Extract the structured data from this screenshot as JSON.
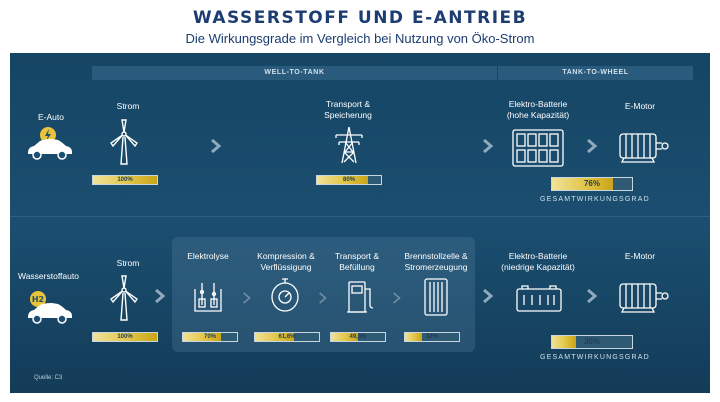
{
  "title": "WASSERSTOFF UND E-ANTRIEB",
  "subtitle": "Die Wirkungsgrade im Vergleich bei Nutzung von Öko-Strom",
  "headers": {
    "well_to_tank": "WELL-TO-TANK",
    "tank_to_wheel": "TANK-TO-WHEEL"
  },
  "rows": {
    "eauto": {
      "label": "E-Auto",
      "steps": {
        "strom": {
          "label": "Strom",
          "value": "100%",
          "fraction": 1.0
        },
        "transport": {
          "label": "Transport &\nSpeicherung",
          "value": "80%",
          "fraction": 0.8
        },
        "batterie": {
          "label": "Elektro-Batterie\n(hohe Kapazität)"
        },
        "motor": {
          "label": "E-Motor"
        }
      },
      "total": {
        "value": "76%",
        "fraction": 0.76,
        "label": "GESAMTWIRKUNGSGRAD"
      }
    },
    "wasserstoff": {
      "label": "Wasserstoffauto",
      "steps": {
        "strom": {
          "label": "Strom",
          "value": "100%",
          "fraction": 1.0
        },
        "elektrolyse": {
          "label": "Elektrolyse",
          "value": "70%",
          "fraction": 0.7
        },
        "kompression": {
          "label": "Kompression &\nVerflüssigung",
          "value": "61,6%",
          "fraction": 0.616
        },
        "transport": {
          "label": "Transport &\nBefüllung",
          "value": "49,3%",
          "fraction": 0.493
        },
        "brennstoff": {
          "label": "Brennstollzelle &\nStromerzeugung",
          "value": "32%",
          "fraction": 0.32
        },
        "batterie": {
          "label": "Elektro-Batterie\n(niedrige Kapazität)"
        },
        "motor": {
          "label": "E-Motor"
        }
      },
      "total": {
        "value": "30%",
        "fraction": 0.3,
        "label": "GESAMTWIRKUNGSGRAD"
      }
    }
  },
  "h2_badge": "H2",
  "source": "Quelle: C3",
  "colors": {
    "panel": "#1b4e70",
    "bar_fill": "#e2c547",
    "title": "#1c3d72",
    "icon": "#ffffff"
  }
}
